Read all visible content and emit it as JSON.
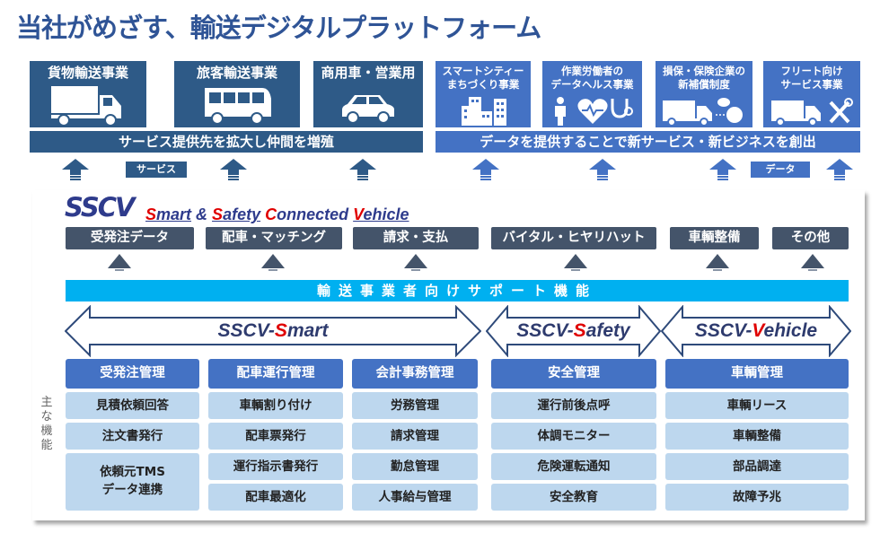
{
  "title": "当社がめざす、輸送デジタルプラットフォーム",
  "top_left": {
    "industries": [
      {
        "label": "貨物輸送事業",
        "icon": "truck-icon"
      },
      {
        "label": "旅客輸送事業",
        "icon": "bus-icon"
      },
      {
        "label": "商用車・営業用",
        "icon": "car-icon"
      }
    ],
    "band": "サービス提供先を拡大し仲間を増殖",
    "tag": "サービス"
  },
  "top_right": {
    "industries": [
      {
        "line1": "スマートシティー",
        "line2": "まちづくり事業",
        "icon": "buildings-icon"
      },
      {
        "line1": "作業労働者の",
        "line2": "データヘルス事業",
        "icon": "health-icons"
      },
      {
        "line1": "損保・保険企業の",
        "line2": "新補償制度",
        "icon": "truck-accident-icon"
      },
      {
        "line1": "フリート向け",
        "line2": "サービス事業",
        "icon": "truck-tools-icon"
      }
    ],
    "band": "データを提供することで新サービス・新ビジネスを創出",
    "tag": "データ"
  },
  "sscv": {
    "logo": "SSCV",
    "tagline": {
      "w1_first": "S",
      "w1_rest": "mart",
      "amp": " & ",
      "w2_first": "S",
      "w2_rest": "afety",
      "w3_first": "C",
      "w3_rest": "onnected",
      "w4_first": "V",
      "w4_rest": "ehicle"
    }
  },
  "data_categories": [
    "受発注データ",
    "配車・マッチング",
    "請求・支払",
    "バイタル・ヒヤリハット",
    "車輌整備",
    "その他"
  ],
  "support_bar": "輸送事業者向けサポート機能",
  "pillars": [
    {
      "prefix": "SSCV-",
      "accent": "S",
      "rest": "mart"
    },
    {
      "prefix": "SSCV-",
      "accent": "S",
      "rest": "afety"
    },
    {
      "prefix": "SSCV-",
      "accent": "V",
      "rest": "ehicle"
    }
  ],
  "side_label": "主な機能",
  "modules": [
    {
      "header": "受発注管理",
      "items": [
        "見積依頼回答",
        "注文書発行"
      ],
      "tall": [
        "依頼元TMS",
        "データ連携"
      ]
    },
    {
      "header": "配車運行管理",
      "items": [
        "車輌割り付け",
        "配車票発行",
        "運行指示書発行",
        "配車最適化"
      ]
    },
    {
      "header": "会計事務管理",
      "items": [
        "労務管理",
        "請求管理",
        "勤怠管理",
        "人事給与管理"
      ]
    },
    {
      "header": "安全管理",
      "items": [
        "運行前後点呼",
        "体調モニター",
        "危険運転通知",
        "安全教育"
      ]
    },
    {
      "header": "車輌管理",
      "items": [
        "車輌リース",
        "車輌整備",
        "部品調達",
        "故障予兆"
      ]
    }
  ],
  "colors": {
    "navy": "#2e5a87",
    "blue": "#4472c4",
    "cyan": "#00b0f0",
    "slate": "#44546a",
    "light_blue": "#bdd7ee",
    "accent_red": "#e00000"
  }
}
